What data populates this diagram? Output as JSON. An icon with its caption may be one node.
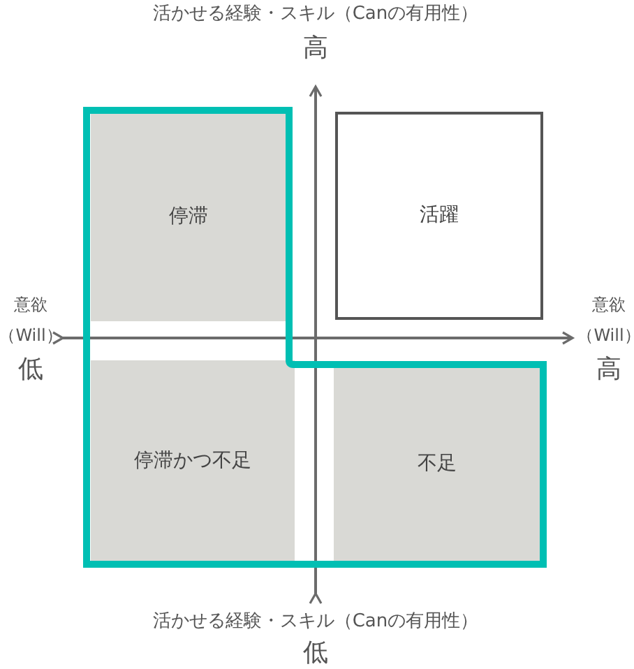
{
  "diagram": {
    "nodes": [
      {
        "text": [
          "停滞"
        ]
      },
      {
        "text": [
          "活躍"
        ]
      },
      {
        "text": [
          "停滞かつ不足"
        ]
      },
      {
        "text": [
          "不足"
        ]
      }
    ],
    "labels": [
      "活かせる経験・スキル（Canの有用性）",
      "高",
      "意欲",
      "（Will）",
      "低",
      "意欲",
      "（Will）",
      "高",
      "活かせる経験・スキル（Canの有用性）",
      "低"
    ]
  }
}
